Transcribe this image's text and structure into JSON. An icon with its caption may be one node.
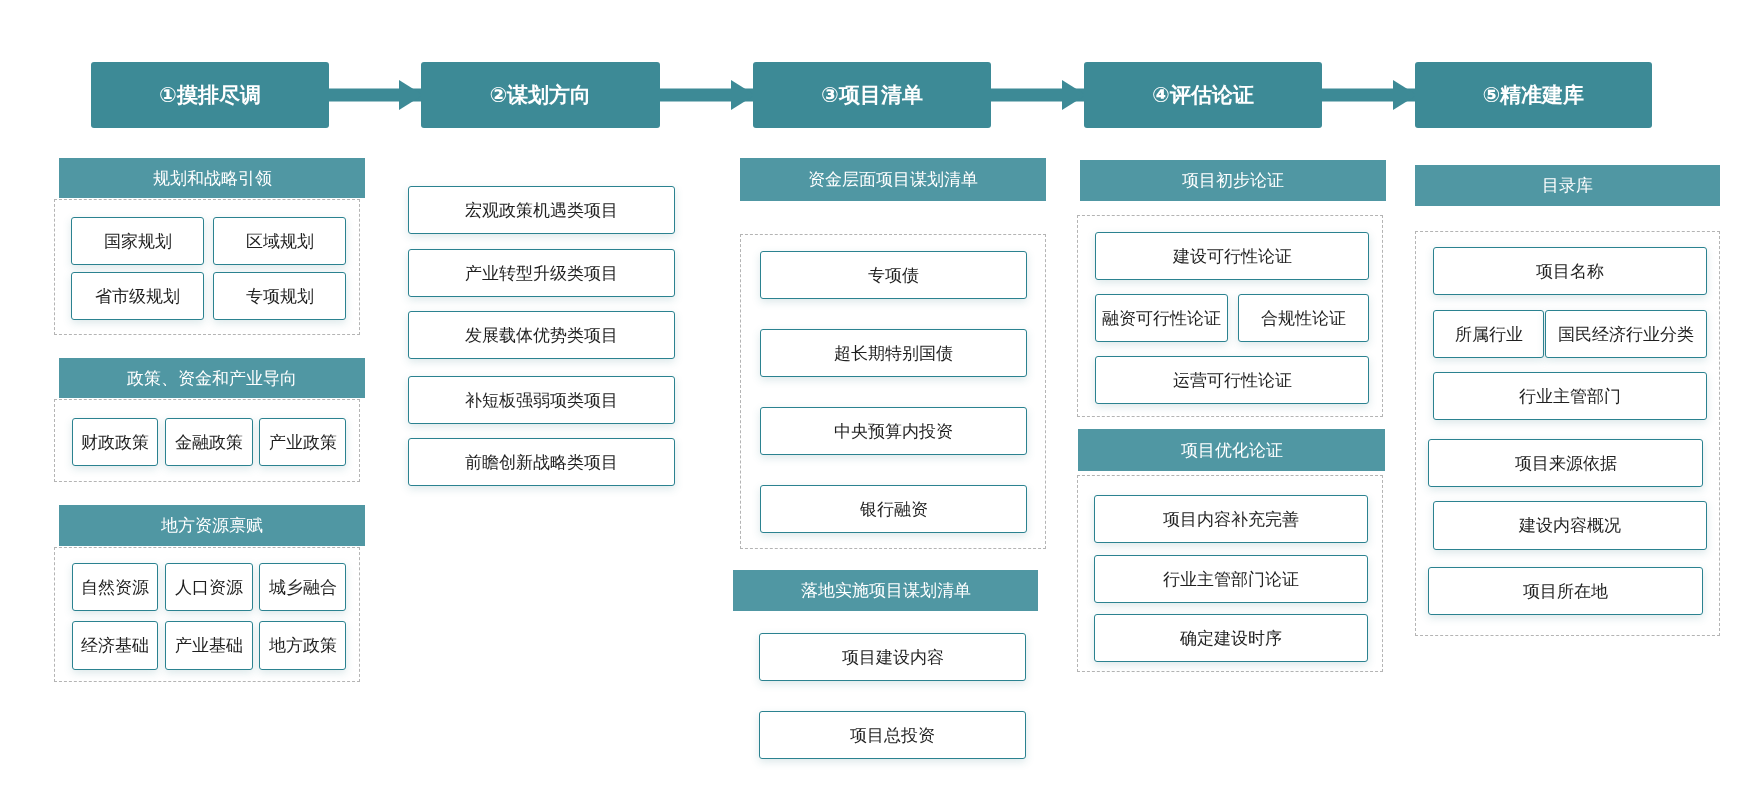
{
  "diagram": {
    "nodes": [
      {
        "text": [
          "①摸排尽调"
        ]
      },
      {
        "text": [
          "②谋划方向"
        ]
      },
      {
        "text": [
          "③项目清单"
        ]
      },
      {
        "text": [
          "④评估论证"
        ]
      },
      {
        "text": [
          "⑤精准建库"
        ]
      },
      {
        "text": [
          "规划和战略引领"
        ]
      },
      {
        "text": [],
        "shape": "box"
      },
      {
        "text": [
          "国家规划"
        ],
        "in": 6
      },
      {
        "text": [
          "区域规划"
        ],
        "in": 6
      },
      {
        "text": [
          "省市级规划"
        ],
        "in": 6
      },
      {
        "text": [
          "专项规划"
        ],
        "in": 6
      },
      {
        "text": [
          "政策、资金和产业导向"
        ]
      },
      {
        "text": [],
        "shape": "box"
      },
      {
        "text": [
          "财政政策"
        ],
        "in": 12
      },
      {
        "text": [
          "金融政策"
        ],
        "in": 12
      },
      {
        "text": [
          "产业政策"
        ],
        "in": 12
      },
      {
        "text": [
          "地方资源禀赋"
        ]
      },
      {
        "text": [],
        "shape": "box"
      },
      {
        "text": [
          "自然资源"
        ],
        "in": 17
      },
      {
        "text": [
          "人口资源"
        ],
        "in": 17
      },
      {
        "text": [
          "城乡融合"
        ],
        "in": 17
      },
      {
        "text": [
          "经济基础"
        ],
        "in": 17
      },
      {
        "text": [
          "产业基础"
        ],
        "in": 17
      },
      {
        "text": [
          "地方政策"
        ],
        "in": 17
      },
      {
        "text": [
          "宏观政策机遇类项目"
        ]
      },
      {
        "text": [
          "产业转型升级类项目"
        ]
      },
      {
        "text": [
          "发展载体优势类项目"
        ]
      },
      {
        "text": [
          "补短板强弱项类项目"
        ]
      },
      {
        "text": [
          "前瞻创新战略类项目"
        ]
      },
      {
        "text": [
          "资金层面项目谋划清单"
        ]
      },
      {
        "text": [],
        "shape": "box"
      },
      {
        "text": [
          "专项债"
        ],
        "in": 30
      },
      {
        "text": [
          "超长期特别国债"
        ],
        "in": 30
      },
      {
        "text": [
          "中央预算内投资"
        ],
        "in": 30
      },
      {
        "text": [
          "银行融资"
        ],
        "in": 30
      },
      {
        "text": [
          "落地实施项目谋划清单"
        ]
      },
      {
        "text": [
          "项目建设内容"
        ]
      },
      {
        "text": [
          "项目总投资"
        ]
      },
      {
        "text": [
          "项目初步论证"
        ]
      },
      {
        "text": [],
        "shape": "box"
      },
      {
        "text": [
          "建设可行性论证"
        ],
        "in": 39
      },
      {
        "text": [
          "融资可行性论证"
        ],
        "in": 39
      },
      {
        "text": [
          "合规性论证"
        ],
        "in": 39
      },
      {
        "text": [
          "运营可行性论证"
        ],
        "in": 39
      },
      {
        "text": [
          "项目优化论证"
        ]
      },
      {
        "text": [],
        "shape": "box"
      },
      {
        "text": [
          "项目内容补充完善"
        ],
        "in": 45
      },
      {
        "text": [
          "行业主管部门论证"
        ],
        "in": 45
      },
      {
        "text": [
          "确定建设时序"
        ],
        "in": 45
      },
      {
        "text": [
          "目录库"
        ]
      },
      {
        "text": [],
        "shape": "box"
      },
      {
        "text": [
          "项目名称"
        ],
        "in": 50
      },
      {
        "text": [
          "所属行业"
        ],
        "in": 50
      },
      {
        "text": [
          "国民经济行业分类"
        ],
        "in": 50
      },
      {
        "text": [
          "行业主管部门"
        ],
        "in": 50
      },
      {
        "text": [
          "项目来源依据"
        ],
        "in": 50
      },
      {
        "text": [
          "建设内容概况"
        ],
        "in": 50
      },
      {
        "text": [
          "项目所在地"
        ],
        "in": 50
      }
    ],
    "edges": [
      {
        "from": 0,
        "to": 1,
        "arrow": "to"
      },
      {
        "from": 1,
        "to": 2,
        "arrow": "to"
      },
      {
        "from": 2,
        "to": 3,
        "arrow": "to"
      },
      {
        "from": 3,
        "to": 4,
        "arrow": "to"
      }
    ]
  }
}
